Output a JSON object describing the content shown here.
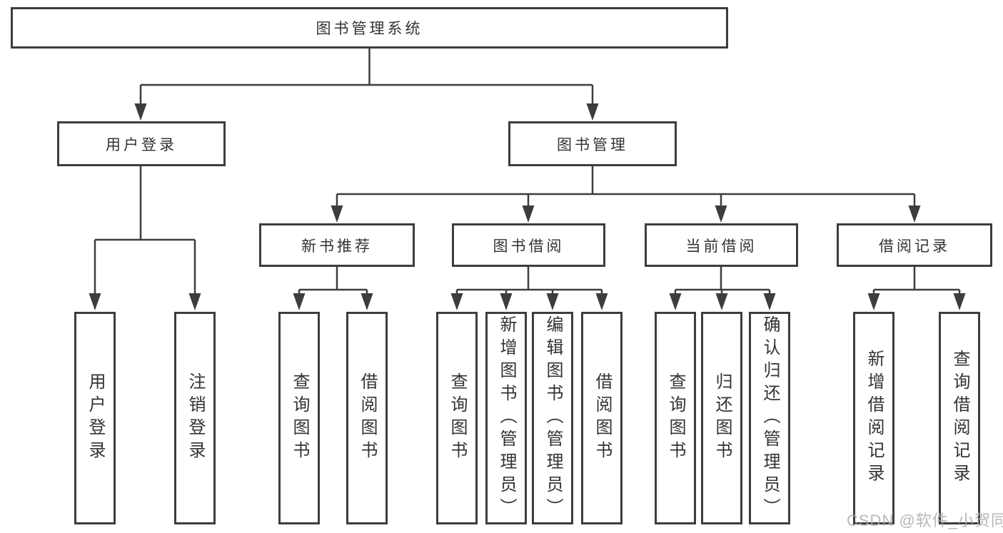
{
  "diagram_title": "图书管理系统",
  "tree": {
    "root": "图书管理系统",
    "level2": [
      {
        "label": "用户登录",
        "children": [
          "用户登录",
          "注销登录"
        ]
      },
      {
        "label": "图书管理",
        "groups": [
          {
            "label": "新书推荐",
            "children": [
              "查询图书",
              "借阅图书"
            ]
          },
          {
            "label": "图书借阅",
            "children": [
              "查询图书",
              "新增图书（管理员）",
              "编辑图书（管理员）",
              "借阅图书"
            ]
          },
          {
            "label": "当前借阅",
            "children": [
              "查询图书",
              "归还图书",
              "确认归还（管理员）"
            ]
          },
          {
            "label": "借阅记录",
            "children": [
              "新增借阅记录",
              "查询借阅记录"
            ]
          }
        ]
      }
    ]
  },
  "watermark": {
    "text": "CSDN @软件_小贺同学"
  },
  "colors": {
    "line": "#3d3d3d",
    "box_border": "#3d3d3d",
    "text": "#333333",
    "watermark": "#aaaaaa",
    "background": "#ffffff"
  }
}
